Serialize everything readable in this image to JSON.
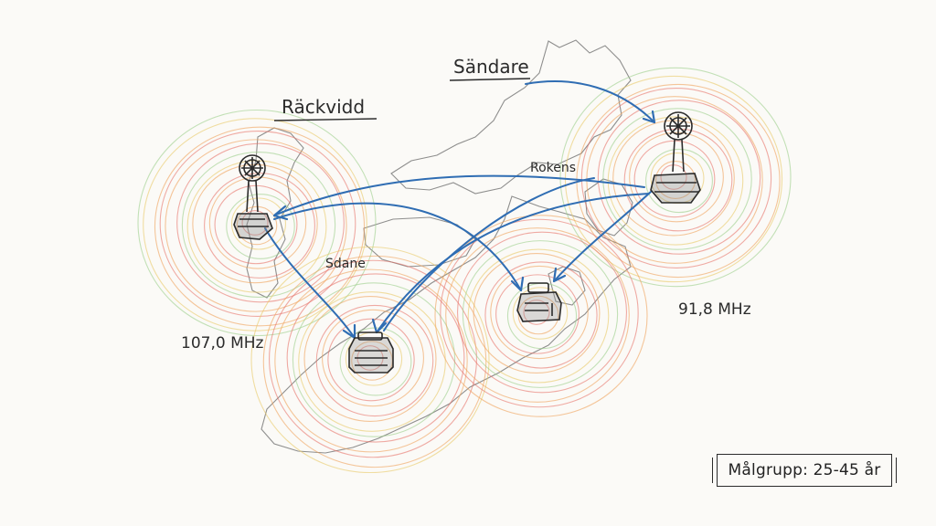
{
  "labels": {
    "transmitter": "Sändare",
    "range": "Räckvidd",
    "receivers": "Rokens",
    "region": "Sdane",
    "freq_left": "107,0 MHz",
    "freq_right": "91,8 MHz",
    "audience": "Målgrupp: 25-45 år"
  },
  "colors": {
    "ink": "#2b2b2b",
    "arrow": "#2f6db3",
    "ring_red": "#e8756a",
    "ring_orange": "#f0a25a",
    "ring_yellow": "#e9c968",
    "ring_green": "#9ccf8a"
  },
  "icons": {
    "tower": "radio-tower-icon",
    "receiver": "radio-receiver-icon"
  }
}
